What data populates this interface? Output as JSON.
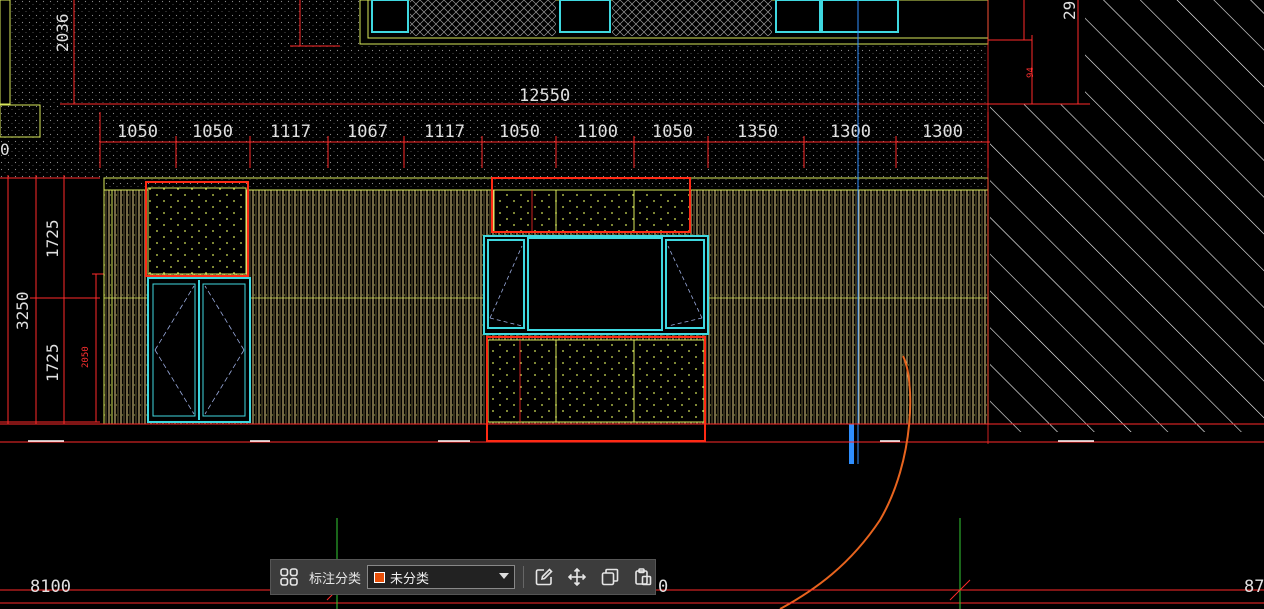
{
  "drawing": {
    "total_dimension": "12550",
    "segment_dimensions": [
      "1050",
      "1050",
      "1117",
      "1067",
      "1117",
      "1050",
      "1100",
      "1050",
      "1350",
      "1300",
      "1300"
    ],
    "left_dimensions": [
      "1725",
      "3250",
      "1725"
    ],
    "top_left_dimension": "2036",
    "top_right_dimension": "29",
    "left_edge_label": "0",
    "small_dims": [
      "2050",
      "94"
    ],
    "door_height": "2050",
    "bottom_left_dimension": "8100",
    "bottom_right_dimension": "87",
    "bottom_mid_dimension": "0"
  },
  "toolbar": {
    "category_label": "标注分类",
    "selected_category": "未分类",
    "swatch_color": "#e8500a",
    "icons": [
      "grid-icon",
      "edit-icon",
      "move-icon",
      "copy-icon",
      "paste-icon"
    ]
  },
  "colors": {
    "background": "#000000",
    "dimension_line": "#ff2a2a",
    "markup_box": "#ff2a14",
    "wall_hatch": "#e8d08a",
    "window_cyan": "#3fd8e0",
    "border_yellow": "#d8e85a",
    "stone_dots": "#d8e85a",
    "guide_blue": "#2f8fff"
  }
}
